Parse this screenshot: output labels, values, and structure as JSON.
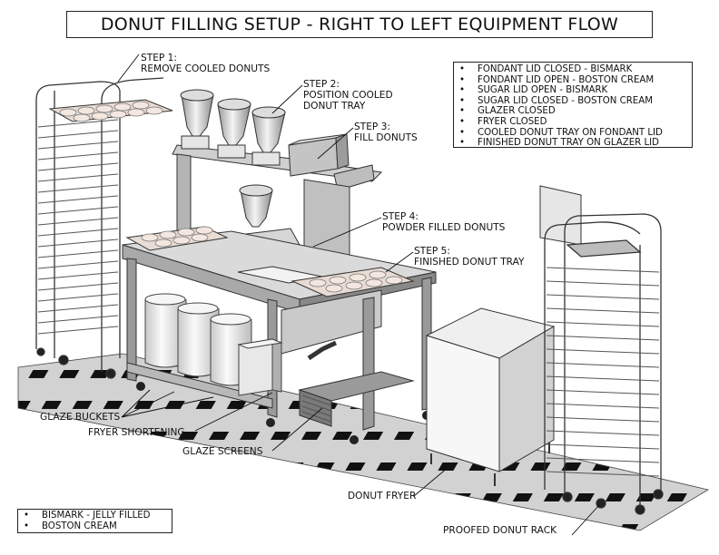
{
  "title": "DONUT FILLING SETUP - RIGHT TO LEFT EQUIPMENT FLOW",
  "notes": [
    "FONDANT LID CLOSED - BISMARK",
    "FONDANT LID OPEN - BOSTON CREAM",
    "SUGAR LID OPEN - BISMARK",
    "SUGAR LID CLOSED - BOSTON CREAM",
    "GLAZER CLOSED",
    "FRYER CLOSED",
    "COOLED DONUT TRAY ON FONDANT LID",
    "FINISHED DONUT TRAY ON GLAZER LID"
  ],
  "legend": [
    "BISMARK - JELLY FILLED",
    "BOSTON CREAM"
  ],
  "steps": {
    "step1": {
      "num": "STEP 1:",
      "text": "REMOVE COOLED DONUTS"
    },
    "step2": {
      "num": "STEP 2:",
      "line1": "POSITION COOLED",
      "line2": "DONUT TRAY"
    },
    "step3": {
      "num": "STEP 3:",
      "text": "FILL DONUTS"
    },
    "step4": {
      "num": "STEP 4:",
      "text": "POWDER FILLED DONUTS"
    },
    "step5": {
      "num": "STEP 5:",
      "text": "FINISHED DONUT TRAY"
    }
  },
  "labels": {
    "glaze_buckets": "GLAZE BUCKETS",
    "fryer_shortening": "FRYER SHORTENING",
    "glaze_screens": "GLAZE SCREENS",
    "donut_fryer": "DONUT FRYER",
    "proofed_rack": "PROOFED DONUT RACK"
  }
}
